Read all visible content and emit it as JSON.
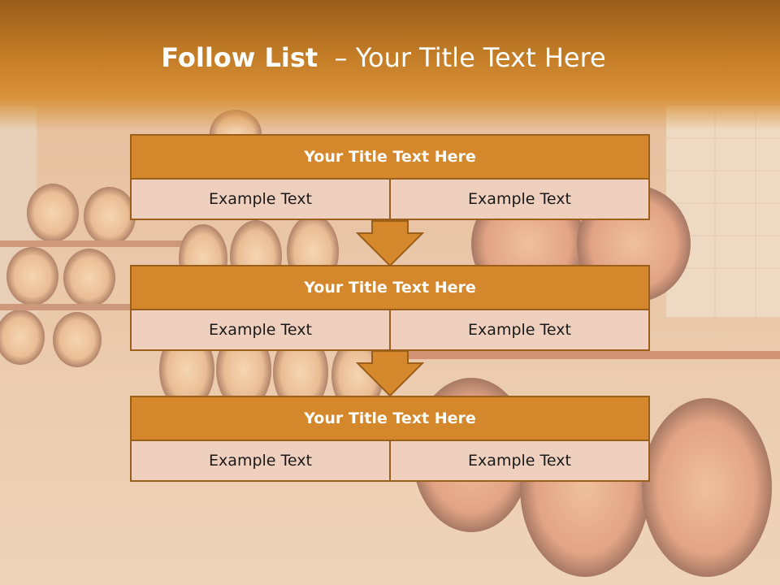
{
  "slide": {
    "title_main": "Follow List",
    "title_sub": "– Your Title Text Here",
    "blocks": [
      {
        "title": "Your Title Text Here",
        "left": "Example Text",
        "right": "Example Text"
      },
      {
        "title": "Your Title Text Here",
        "left": "Example Text",
        "right": "Example Text"
      },
      {
        "title": "Your Title Text Here",
        "left": "Example Text",
        "right": "Example Text"
      }
    ]
  },
  "colors": {
    "accent": "#d4872b",
    "border": "#9c5e1b",
    "cell_bg": "#efcfbd",
    "header_top": "#9a5e1c"
  }
}
